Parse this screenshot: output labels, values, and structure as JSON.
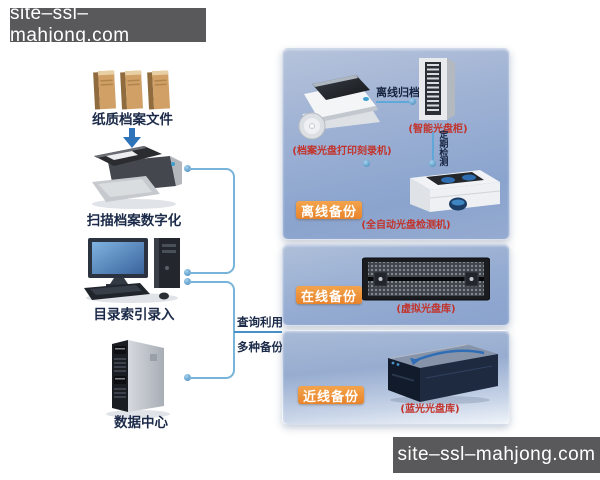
{
  "watermark": {
    "text": "site–ssl–mahjong.com"
  },
  "left_flow": {
    "items": [
      {
        "label": "纸质档案文件"
      },
      {
        "label": "扫描档案数字化"
      },
      {
        "label": "目录索引录入"
      },
      {
        "label": "数据中心"
      }
    ]
  },
  "connector": {
    "query_label": "查询利用",
    "backup_label": "多种备份"
  },
  "panel": {
    "section1": {
      "badge": "离线备份",
      "printer_caption": "(档案光盘打印刻录机)",
      "archive_label": "离线归档",
      "cabinet_caption": "(智能光盘柜)",
      "check_label": "定期检测",
      "checker_caption": "(全自动光盘检测机)"
    },
    "section2": {
      "badge": "在线备份",
      "caption": "(虚拟光盘库)"
    },
    "section3": {
      "badge": "近线备份",
      "caption": "(蓝光光盘库)"
    }
  },
  "colors": {
    "badge_orange": "#ee9338",
    "caption_red": "#c2332b",
    "connector_blue": "#5fa8d8",
    "label_navy": "#1b2a48",
    "panel_blue": "#8fa9cf",
    "watermark_gray": "#59595b",
    "arrow_blue": "#2f73b8"
  }
}
